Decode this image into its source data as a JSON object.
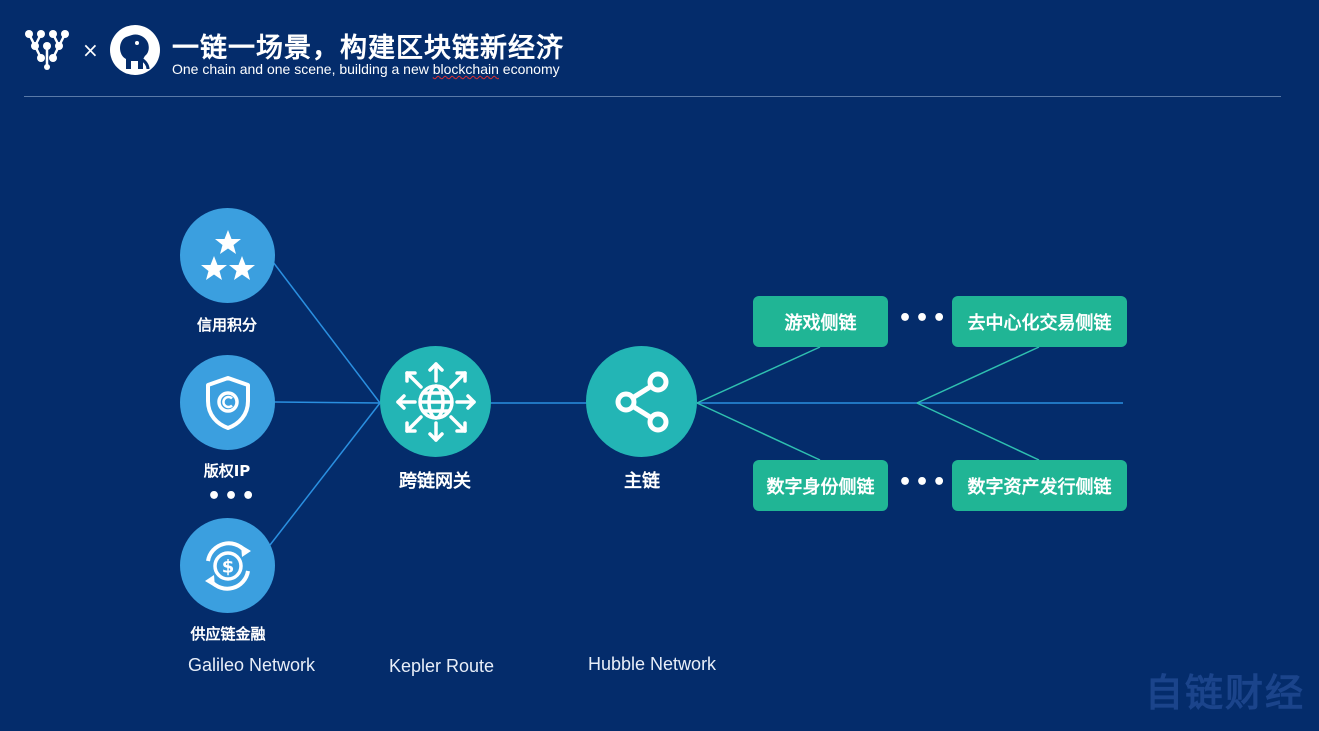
{
  "header": {
    "title": "一链一场景，构建区块链新经济",
    "subtitle_before": "One chain and one scene, building a new ",
    "subtitle_squiggle": "blockchain",
    "subtitle_after": " economy",
    "separator": "×"
  },
  "left_nodes": [
    {
      "label": "信用积分",
      "icon": "stars-icon"
    },
    {
      "label": "版权IP",
      "icon": "copyright-shield-icon"
    },
    {
      "label": "供应链金融",
      "icon": "dollar-cycle-icon"
    }
  ],
  "ellipsis": "•••",
  "gateway": {
    "label": "跨链网关",
    "icon": "globe-arrows-icon"
  },
  "mainchain": {
    "label": "主链",
    "icon": "share-icon"
  },
  "sidechains": {
    "top_left": "游戏侧链",
    "top_right": "去中心化交易侧链",
    "bottom_left": "数字身份侧链",
    "bottom_right": "数字资产发行侧链"
  },
  "networks": {
    "galileo": "Galileo Network",
    "kepler": "Kepler Route",
    "hubble": "Hubble Network"
  },
  "watermark": "自链财经",
  "colors": {
    "background": "#042c6b",
    "node_blue": "#3b9fdf",
    "node_teal": "#23b5b5",
    "box_green": "#20b595"
  }
}
